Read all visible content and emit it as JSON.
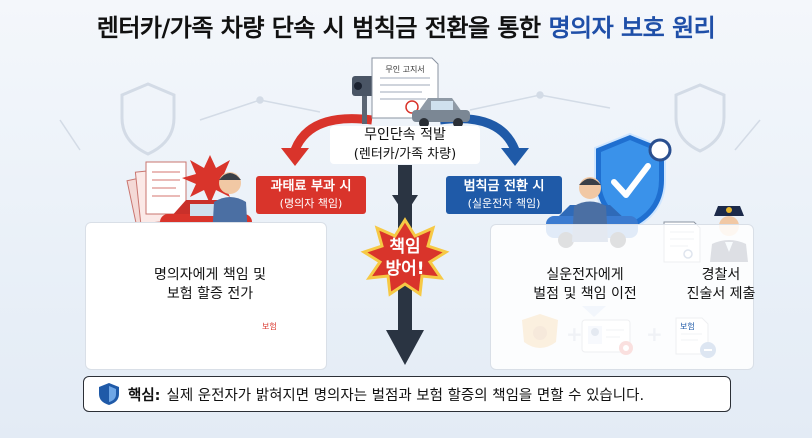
{
  "title": {
    "main": "렌터카/가족 차량 단속 시 범칙금 전환을 통한",
    "highlight": "명의자 보호 원리"
  },
  "notice_paper": "무인 고지서",
  "top_label": {
    "line1": "무인단속 적발",
    "line2": "(렌터카/가족 차량)"
  },
  "left": {
    "banner_title": "과태료 부과 시",
    "banner_sub": "(명의자 책임)",
    "desc1": "명의자에게 책임 및",
    "desc2": "보험 할증 전가",
    "doc_label": "보험"
  },
  "center": {
    "line1": "책임",
    "line2": "방어!"
  },
  "right": {
    "banner_title": "범칙금 전환 시",
    "banner_sub": "(실운전자 책임)",
    "desc1": "실운전자에게",
    "desc2": "벌점 및 책임 이전",
    "police_label1": "경찰서",
    "police_label2": "진술서 제출",
    "doc_label": "보험"
  },
  "bottom": {
    "key": "핵심:",
    "text": "실제 운전자가 밝혀지면 명의자는 벌점과 보험 할증의 책임을 면할 수 있습니다."
  },
  "colors": {
    "red": "#d9342b",
    "blue": "#1f5aa8",
    "dark": "#1d2530"
  }
}
